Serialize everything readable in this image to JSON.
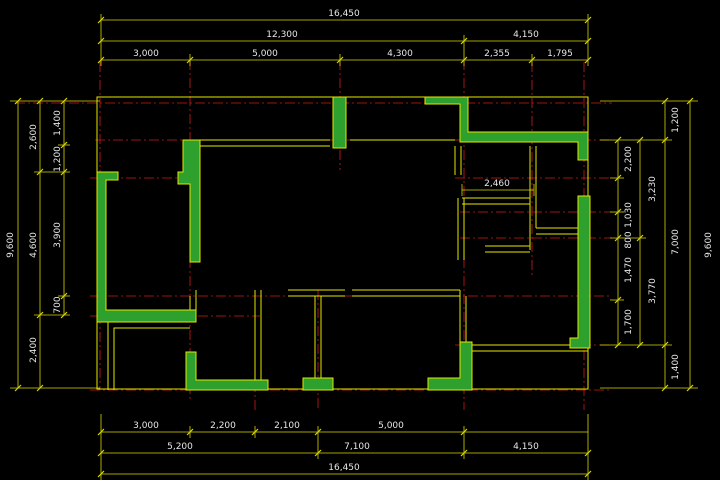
{
  "drawing": {
    "colors": {
      "background": "#000000",
      "dimension_lines": "#d8d800",
      "wall_outline": "#e6e600",
      "wall_core": "#2ea02e",
      "axis_lines": "#d01818",
      "text": "#e6e6e6"
    },
    "dimensions": {
      "top": {
        "overall": "16,450",
        "row2": [
          "12,300",
          "4,150"
        ],
        "row3": [
          "3,000",
          "5,000",
          "4,300",
          "2,355",
          "1,795"
        ]
      },
      "bottom": {
        "row1": [
          "3,000",
          "2,200",
          "2,100",
          "5,000"
        ],
        "row2": [
          "5,200",
          "7,100",
          "4,150"
        ],
        "overall": "16,450"
      },
      "left": {
        "overall": "9,600",
        "outer": [
          "2,600",
          "4,600",
          "2,400"
        ],
        "inner": [
          "1,400",
          "1,200",
          "3,900",
          "700"
        ]
      },
      "right": {
        "overall": "9,600",
        "outer": [
          "1,200",
          "7,000",
          "1,400"
        ],
        "middle": [
          "3,230",
          "3,770"
        ],
        "inner": [
          "2,200",
          "1,030",
          "800",
          "1,470",
          "1,700"
        ]
      },
      "interior": [
        "2,460"
      ]
    }
  }
}
